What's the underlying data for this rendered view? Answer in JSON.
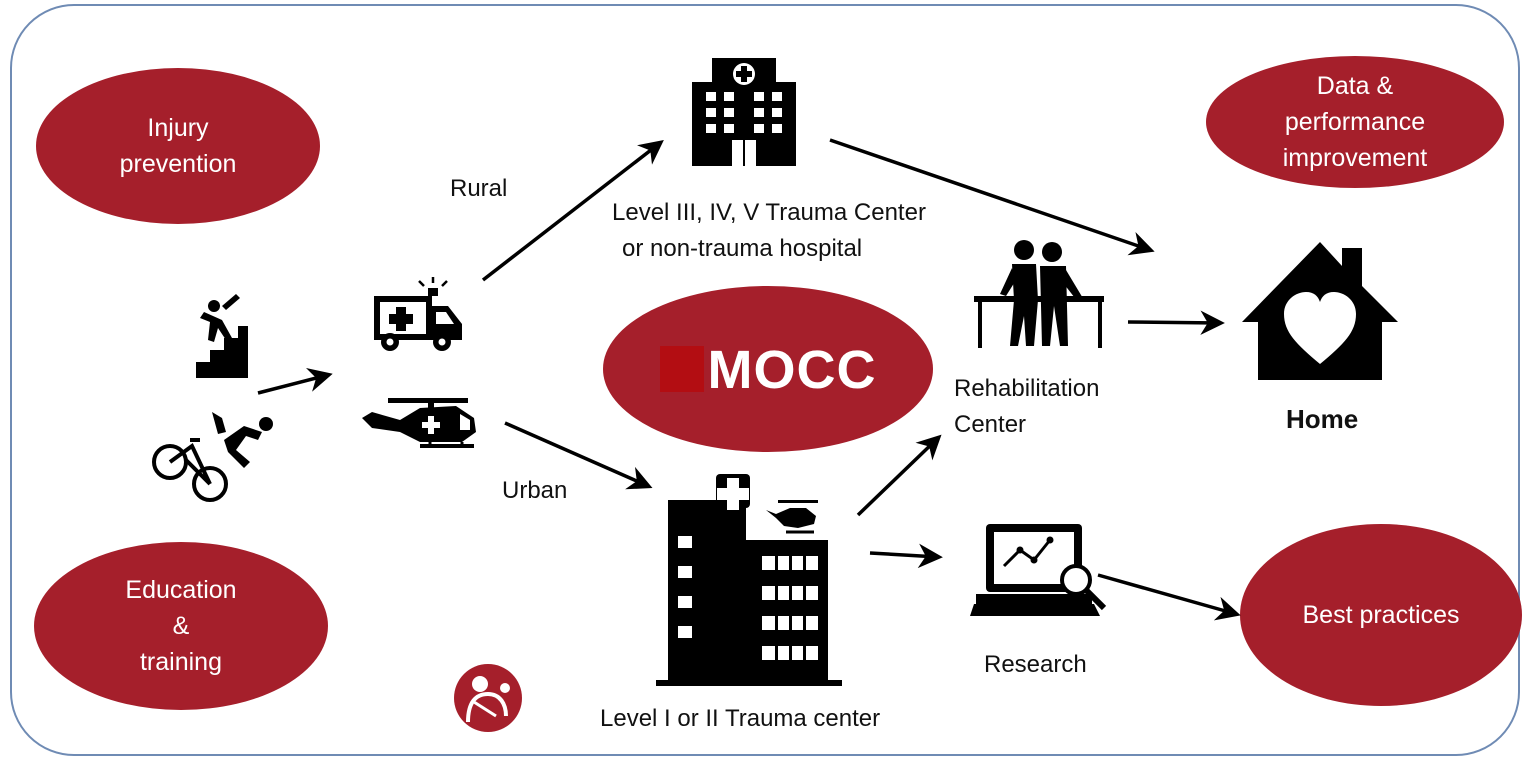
{
  "ellipses": {
    "injury_prevention": "Injury\nprevention",
    "data_performance": "Data &\nperformance\nimprovement",
    "education_training": "Education\n&\ntraining",
    "best_practices": "Best practices",
    "mocc": "MOCC"
  },
  "labels": {
    "rural": "Rural",
    "urban": "Urban",
    "level3": "Level III, IV, V Trauma Center",
    "level3_line2": "or non-trauma hospital",
    "rehab_line1": "Rehabilitation",
    "rehab_line2": "Center",
    "home": "Home",
    "research": "Research",
    "level1": "Level I or II Trauma center"
  },
  "colors": {
    "accent": "#a51f2b",
    "frame": "#6f8bb4",
    "icon": "#000000"
  },
  "icons": [
    "fall-stairs-icon",
    "bicycle-crash-icon",
    "ambulance-icon",
    "helicopter-icon",
    "hospital-icon",
    "trauma-center-icon",
    "rehabilitation-icon",
    "home-heart-icon",
    "research-laptop-icon",
    "logo-icon"
  ]
}
